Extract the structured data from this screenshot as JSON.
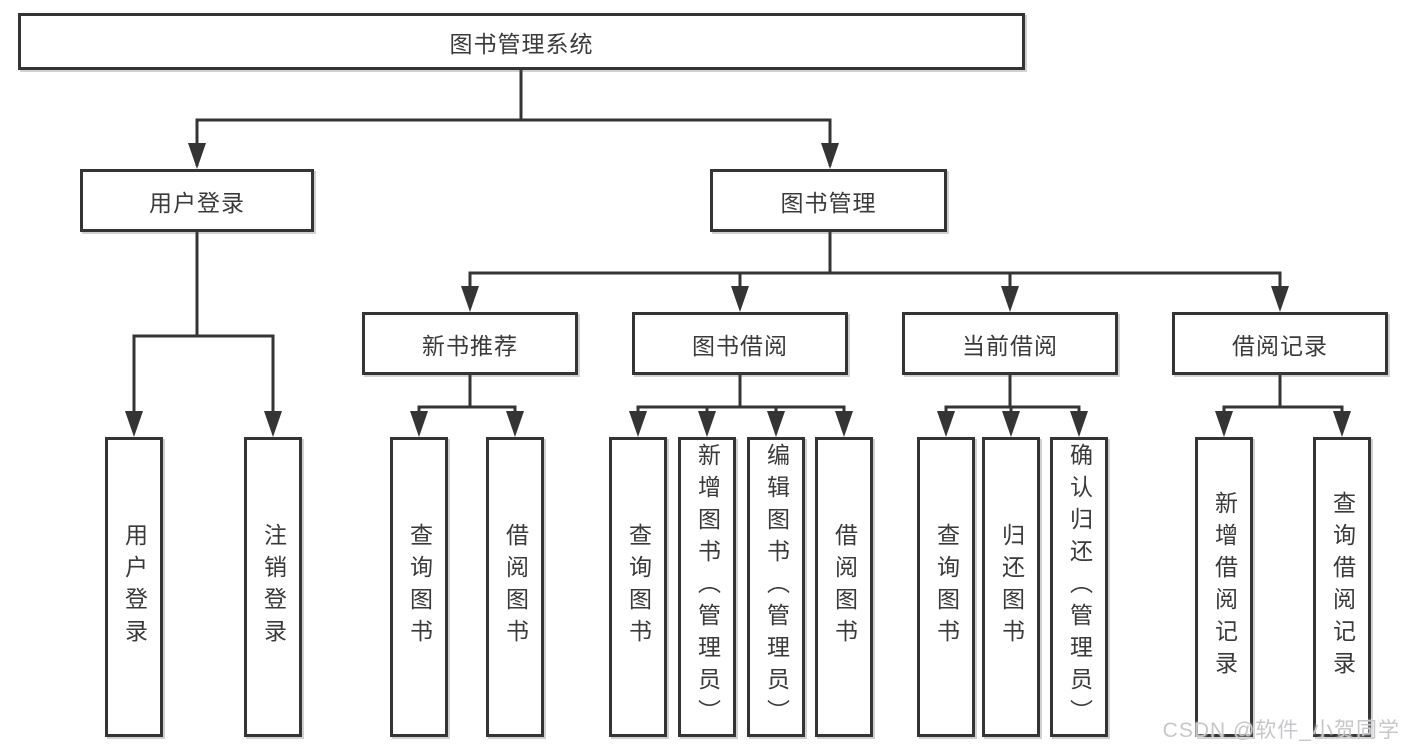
{
  "root": {
    "label": "图书管理系统"
  },
  "level2": [
    {
      "label": "用户登录",
      "children": [
        "用户登录",
        "注销登录"
      ]
    },
    {
      "label": "图书管理",
      "children": [
        {
          "label": "新书推荐",
          "children": [
            "查询图书",
            "借阅图书"
          ]
        },
        {
          "label": "图书借阅",
          "children": [
            "查询图书",
            "新增图书（管理员）",
            "编辑图书（管理员）",
            "借阅图书"
          ]
        },
        {
          "label": "当前借阅",
          "children": [
            "查询图书",
            "归还图书",
            "确认归还（管理员）"
          ]
        },
        {
          "label": "借阅记录",
          "children": [
            "新增借阅记录",
            "查询借阅记录"
          ]
        }
      ]
    }
  ],
  "watermark": "CSDN @软件_小贺同学",
  "colors": {
    "line": "#343434",
    "box_border": "#343434",
    "text": "#3a3a3a",
    "background": "#ffffff",
    "watermark": "#c7c6c9"
  }
}
